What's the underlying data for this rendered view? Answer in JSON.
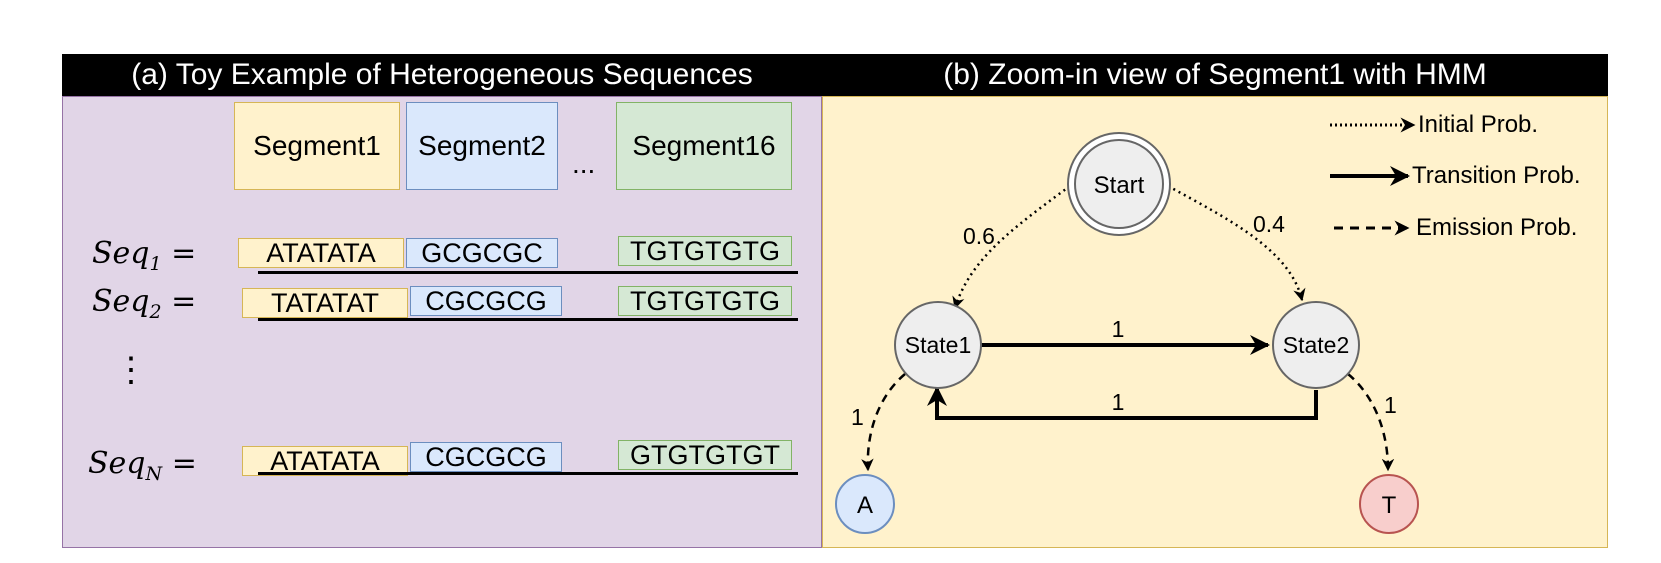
{
  "panel_a": {
    "title": "(a) Toy Example of Heterogeneous Sequences",
    "segments": [
      "Segment1",
      "Segment2",
      "Segment16"
    ],
    "ellipsis": "...",
    "vertical_ellipsis": "⋮",
    "equals": "=",
    "sequences": [
      {
        "label": "Seq",
        "subscript": "1",
        "cells": [
          "ATATATA",
          "GCGCGC",
          "TGTGTGTG"
        ]
      },
      {
        "label": "Seq",
        "subscript": "2",
        "cells": [
          "TATATAT",
          "CGCGCG",
          "TGTGTGTG"
        ]
      },
      {
        "label": "Seq",
        "subscript": "N",
        "cells": [
          "ATATATA",
          "CGCGCG",
          "GTGTGTGT"
        ]
      }
    ]
  },
  "panel_b": {
    "title": "(b) Zoom-in view of Segment1 with HMM",
    "nodes": {
      "start": "Start",
      "state1": "State1",
      "state2": "State2",
      "emit_a": "A",
      "emit_t": "T"
    },
    "edge_labels": {
      "start_state1": "0.6",
      "start_state2": "0.4",
      "s1_s2": "1",
      "s2_s1": "1",
      "s1_a": "1",
      "s2_t": "1"
    },
    "legend": {
      "initial": "Initial Prob.",
      "transition": "Transition Prob.",
      "emission": "Emission Prob."
    }
  },
  "colors": {
    "panel_a_fill": "#e1d5e7",
    "panel_b_fill": "#fff2cc",
    "segment1": "#fff2cc",
    "segment2": "#dae8fc",
    "segment16": "#d5e8d4",
    "node_fill": "#eeeeee",
    "emit_a_fill": "#dae8fc",
    "emit_t_fill": "#f8cecc"
  }
}
